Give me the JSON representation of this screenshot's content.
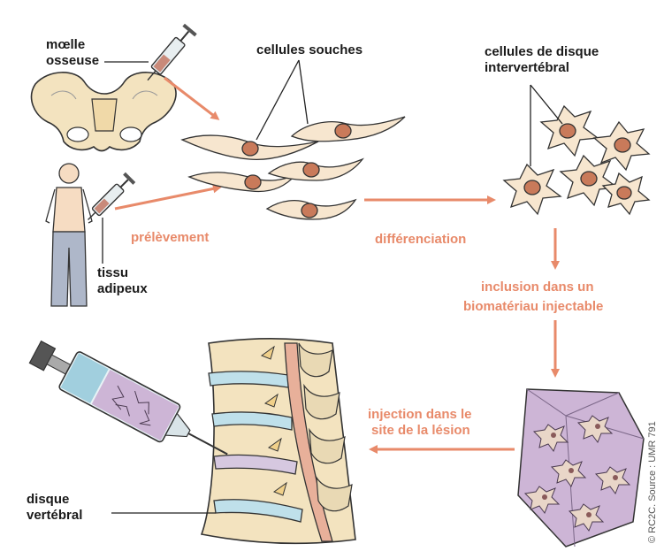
{
  "labels": {
    "moelle": "mœlle",
    "osseuse": "osseuse",
    "cellules_souches": "cellules souches",
    "cellules_disque_1": "cellules de disque",
    "cellules_disque_2": "intervertébral",
    "tissu": "tissu",
    "adipeux": "adipeux",
    "disque": "disque",
    "vertebral": "vertébral"
  },
  "steps": {
    "prelevement": "prélèvement",
    "differenciation": "différenciation",
    "inclusion_1": "inclusion dans un",
    "inclusion_2": "biomatériau injectable",
    "injection_1": "injection dans le",
    "injection_2": "site de la lésion"
  },
  "credit": "© RC2C. Source : UMR 791",
  "colors": {
    "arrow": "#e88a6a",
    "cell_fill": "#f7e6cf",
    "nucleus": "#c97a5a",
    "bone": "#f3e3bf",
    "biomaterial": "#cdb5d6",
    "disc": "#bfe0ea",
    "spinal_cord": "#e8b09a"
  }
}
